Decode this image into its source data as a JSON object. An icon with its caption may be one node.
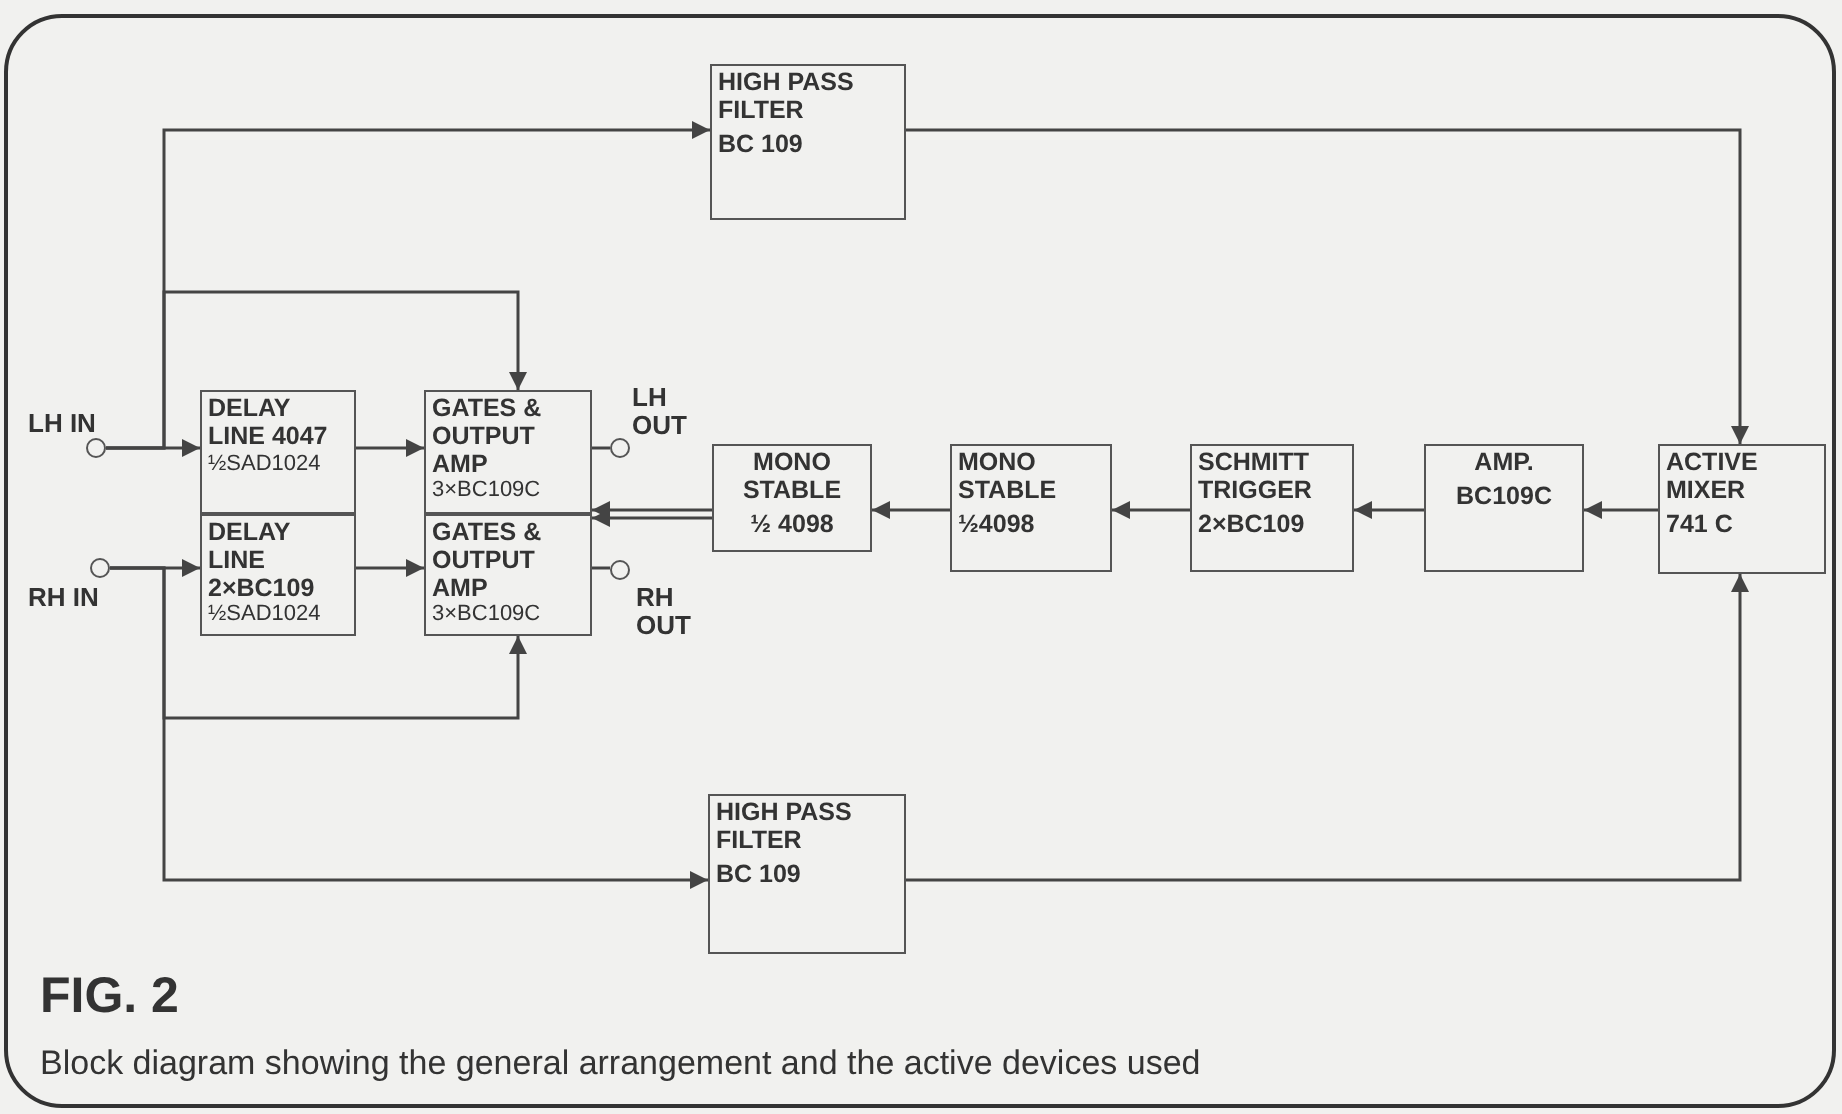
{
  "diagram": {
    "title": "FIG. 2",
    "caption": "Block diagram showing the general arrangement and the active devices used",
    "nodes": [
      {
        "text": [],
        "shape": "circle",
        "beside": [
          "LH IN"
        ]
      },
      {
        "text": [],
        "shape": "circle",
        "beside": [
          "RH IN"
        ]
      },
      {
        "text": [
          "HIGH PASS FILTER",
          "BC 109"
        ]
      },
      {
        "text": [
          "DELAY LINE 4047",
          "½SAD1024"
        ]
      },
      {
        "text": [
          "DELAY LINE 2×BC109",
          "½SAD1024"
        ]
      },
      {
        "text": [
          "GATES & OUTPUT AMP",
          "3×BC109C"
        ]
      },
      {
        "text": [
          "GATES & OUTPUT AMP",
          "3×BC109C"
        ]
      },
      {
        "text": [],
        "shape": "circle",
        "beside": [
          "LH OUT"
        ]
      },
      {
        "text": [],
        "shape": "circle",
        "beside": [
          "RH OUT"
        ]
      },
      {
        "text": [
          "MONO STABLE",
          "½ 4098"
        ]
      },
      {
        "text": [
          "MONO STABLE",
          "½4098"
        ]
      },
      {
        "text": [
          "SCHMITT TRIGGER",
          "2×BC109"
        ]
      },
      {
        "text": [
          "AMP.",
          "BC109C"
        ]
      },
      {
        "text": [
          "ACTIVE MIXER",
          "741 C"
        ]
      },
      {
        "text": [
          "HIGH PASS FILTER",
          "BC 109"
        ]
      }
    ],
    "edges": [
      {
        "from": 0,
        "to": 3,
        "arrow": "to"
      },
      {
        "from": 0,
        "to": 2,
        "arrow": "to"
      },
      {
        "from": 0,
        "to": 5,
        "arrow": "to"
      },
      {
        "from": 3,
        "to": 5,
        "arrow": "to"
      },
      {
        "from": 5,
        "to": 7,
        "arrow": "none"
      },
      {
        "from": 1,
        "to": 4,
        "arrow": "to"
      },
      {
        "from": 1,
        "to": 6,
        "arrow": "to"
      },
      {
        "from": 1,
        "to": 14,
        "arrow": "to"
      },
      {
        "from": 4,
        "to": 6,
        "arrow": "to"
      },
      {
        "from": 6,
        "to": 8,
        "arrow": "none"
      },
      {
        "from": 2,
        "to": 13,
        "arrow": "to"
      },
      {
        "from": 14,
        "to": 13,
        "arrow": "to"
      },
      {
        "from": 13,
        "to": 12,
        "arrow": "to"
      },
      {
        "from": 12,
        "to": 11,
        "arrow": "to"
      },
      {
        "from": 11,
        "to": 10,
        "arrow": "to"
      },
      {
        "from": 10,
        "to": 9,
        "arrow": "to"
      },
      {
        "from": 9,
        "to": 5,
        "arrow": "to"
      },
      {
        "from": 9,
        "to": 6,
        "arrow": "to"
      }
    ]
  }
}
